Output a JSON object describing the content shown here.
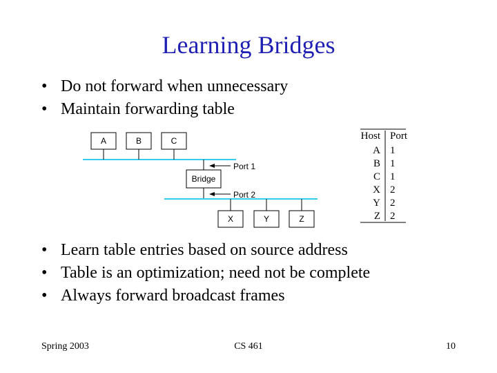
{
  "slide": {
    "title": "Learning Bridges",
    "bullet_glyph": "•",
    "bullets_top": [
      "Do not forward when unnecessary",
      "Maintain forwarding table"
    ],
    "bullets_bottom": [
      "Learn table entries based on source address",
      "Table is an optimization; need not be complete",
      "Always forward broadcast frames"
    ],
    "footer": {
      "left": "Spring 2003",
      "center": "CS 461",
      "right": "10"
    }
  },
  "diagram": {
    "hosts_top": [
      "A",
      "B",
      "C"
    ],
    "hosts_bottom": [
      "X",
      "Y",
      "Z"
    ],
    "bridge_label": "Bridge",
    "port1_label": "Port 1",
    "port2_label": "Port 2",
    "lan_color": "#33ccee"
  },
  "table": {
    "header_host": "Host",
    "header_port": "Port",
    "rows": [
      {
        "host": "A",
        "port": "1"
      },
      {
        "host": "B",
        "port": "1"
      },
      {
        "host": "C",
        "port": "1"
      },
      {
        "host": "X",
        "port": "2"
      },
      {
        "host": "Y",
        "port": "2"
      },
      {
        "host": "Z",
        "port": "2"
      }
    ]
  }
}
